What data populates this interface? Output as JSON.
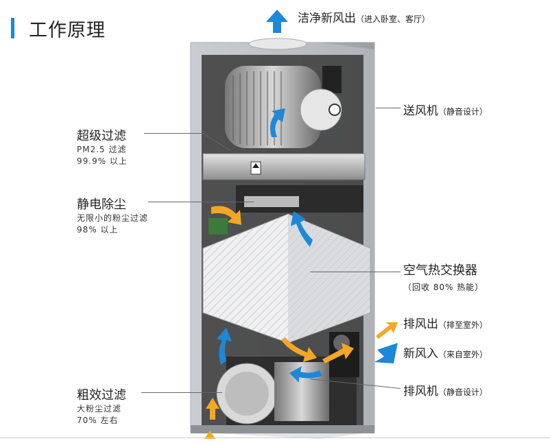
{
  "title": "工作原理",
  "top_label": {
    "main": "洁净新风出",
    "paren": "（进入卧室、客厅）"
  },
  "right_labels": {
    "supply_fan": {
      "main": "送风机",
      "paren": "（静音设计）"
    },
    "heat_exchanger": {
      "main": "空气热交换器",
      "sub": "（回收 80% 热能）"
    },
    "exhaust_out": {
      "main": "排风出",
      "paren": "（排至室外）"
    },
    "fresh_in": {
      "main": "新风入",
      "paren": "（来自室外）"
    },
    "exhaust_fan": {
      "main": "排风机",
      "paren": "（静音设计）"
    }
  },
  "left_labels": {
    "super_filter": {
      "main": "超级过滤",
      "sub1": "PM2.5 过滤",
      "sub2": "99.9% 以上"
    },
    "electrostatic": {
      "main": "静电除尘",
      "sub1": "无限小的粉尘过滤",
      "sub2": "98% 以上"
    },
    "coarse_filter": {
      "main": "粗效过滤",
      "sub1": "大粉尘过滤",
      "sub2": "70% 左右"
    }
  },
  "colors": {
    "accent_blue": "#1e88d8",
    "warm_arrow": "#f5a623"
  }
}
